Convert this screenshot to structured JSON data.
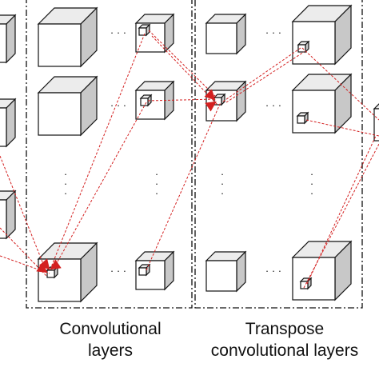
{
  "captions": {
    "conv_line1": "Convolutional",
    "conv_line2": "layers",
    "trans_line1": "Transpose",
    "trans_line2": "convolutional layers"
  },
  "ellipsis": {
    "horizontal": "· · ·",
    "vertical": "·\n·\n·"
  },
  "colors": {
    "connection": "#d42020",
    "cube_side": "#c8c8c8",
    "cube_top": "#ececec",
    "cube_front": "#ffffff",
    "stroke": "#111111"
  }
}
